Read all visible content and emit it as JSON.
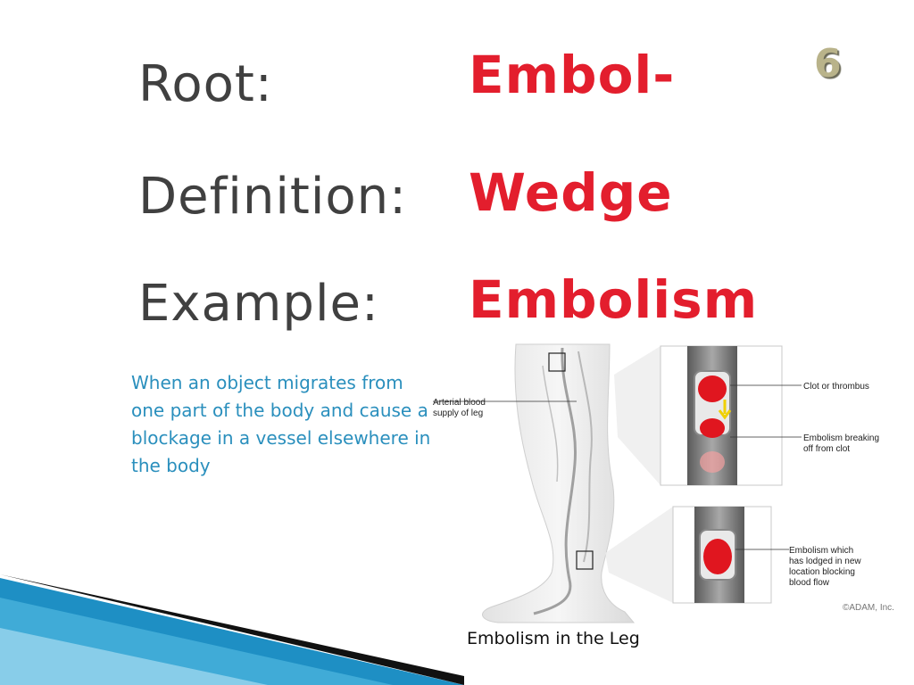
{
  "slide": {
    "number": "6",
    "rows": [
      {
        "label": "Root:",
        "value": "Embol-"
      },
      {
        "label": "Definition:",
        "value": "Wedge"
      },
      {
        "label": "Example:",
        "value": "Embolism"
      }
    ],
    "description": "When an object migrates from one part of the body and cause a blockage in a vessel elsewhere in the body",
    "caption": "Embolism in the Leg"
  },
  "figure": {
    "labels": {
      "arterial_1": "Arterial blood",
      "arterial_2": "supply of leg",
      "clot": "Clot or thrombus",
      "breaking_1": "Embolism breaking",
      "breaking_2": "off from clot",
      "lodged_1": "Embolism which",
      "lodged_2": "has lodged in new",
      "lodged_3": "location blocking",
      "lodged_4": "blood flow",
      "credit": "©ADAM, Inc."
    }
  },
  "colors": {
    "label": "#404040",
    "term": "#e31e2d",
    "description": "#2a8fbd",
    "slide_number": "#b9b38a",
    "clot": "#e0161f",
    "accent_blue": "#1e8fc4"
  }
}
